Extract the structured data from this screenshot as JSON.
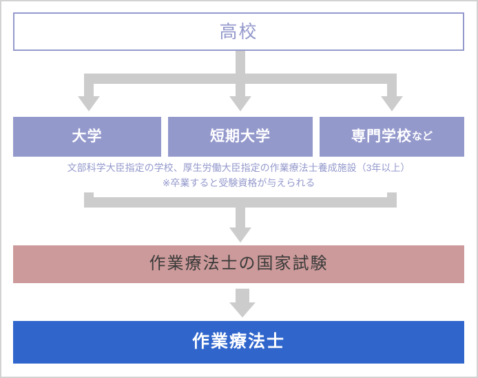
{
  "diagram": {
    "title_node": {
      "label": "高校"
    },
    "schools": [
      {
        "label": "大学"
      },
      {
        "label": "短期大学"
      },
      {
        "label": "専門学校",
        "suffix": "など"
      }
    ],
    "caption": {
      "line1": "文部科学大臣指定の学校、厚生労働大臣指定の作業療法士養成施設（3年以上）",
      "line2": "※卒業すると受験資格が与えられる"
    },
    "exam_node": {
      "label": "作業療法士の国家試験"
    },
    "result_node": {
      "label": "作業療法士"
    },
    "colors": {
      "purple": "#9499cc",
      "rose": "#cc9a9a",
      "blue": "#3066cc",
      "arrow_gray": "#cccccc",
      "outer_border": "#d2d2d2",
      "exam_text": "#3a3a3a",
      "white": "#ffffff"
    }
  }
}
